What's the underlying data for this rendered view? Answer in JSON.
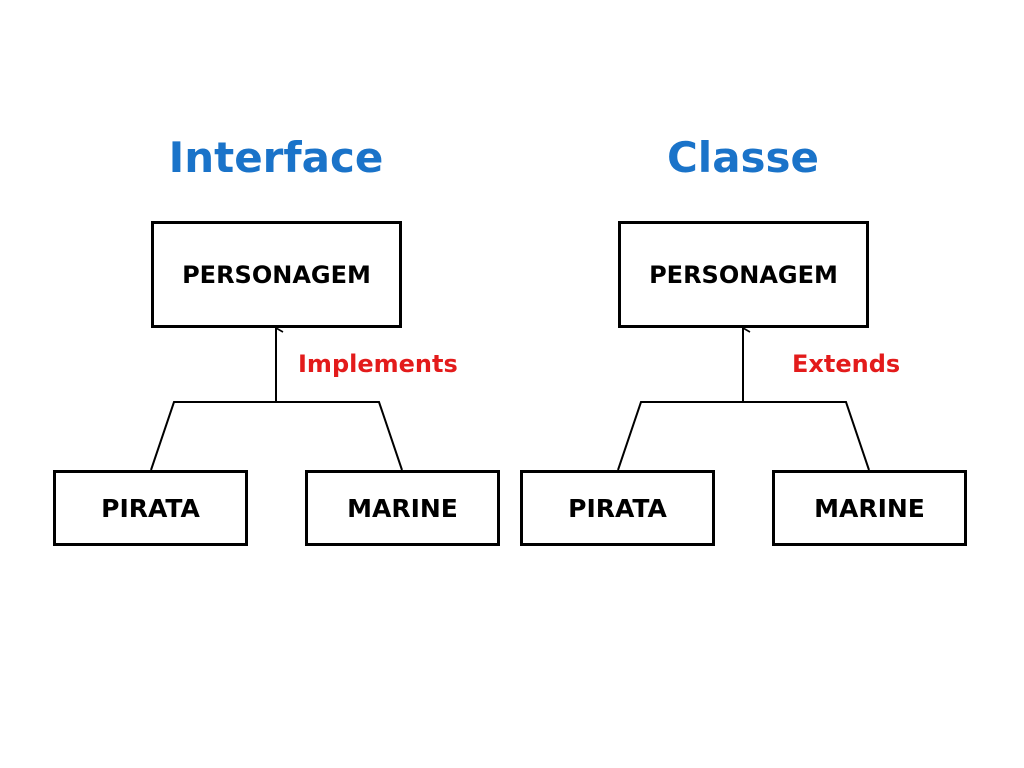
{
  "colors": {
    "heading": "#1a73c9",
    "relation": "#e31b1b",
    "line": "#000000"
  },
  "diagrams": [
    {
      "heading": "Interface",
      "parent": "PERSONAGEM",
      "relation": "Implements",
      "children": [
        "PIRATA",
        "MARINE"
      ]
    },
    {
      "heading": "Classe",
      "parent": "PERSONAGEM",
      "relation": "Extends",
      "children": [
        "PIRATA",
        "MARINE"
      ]
    }
  ]
}
